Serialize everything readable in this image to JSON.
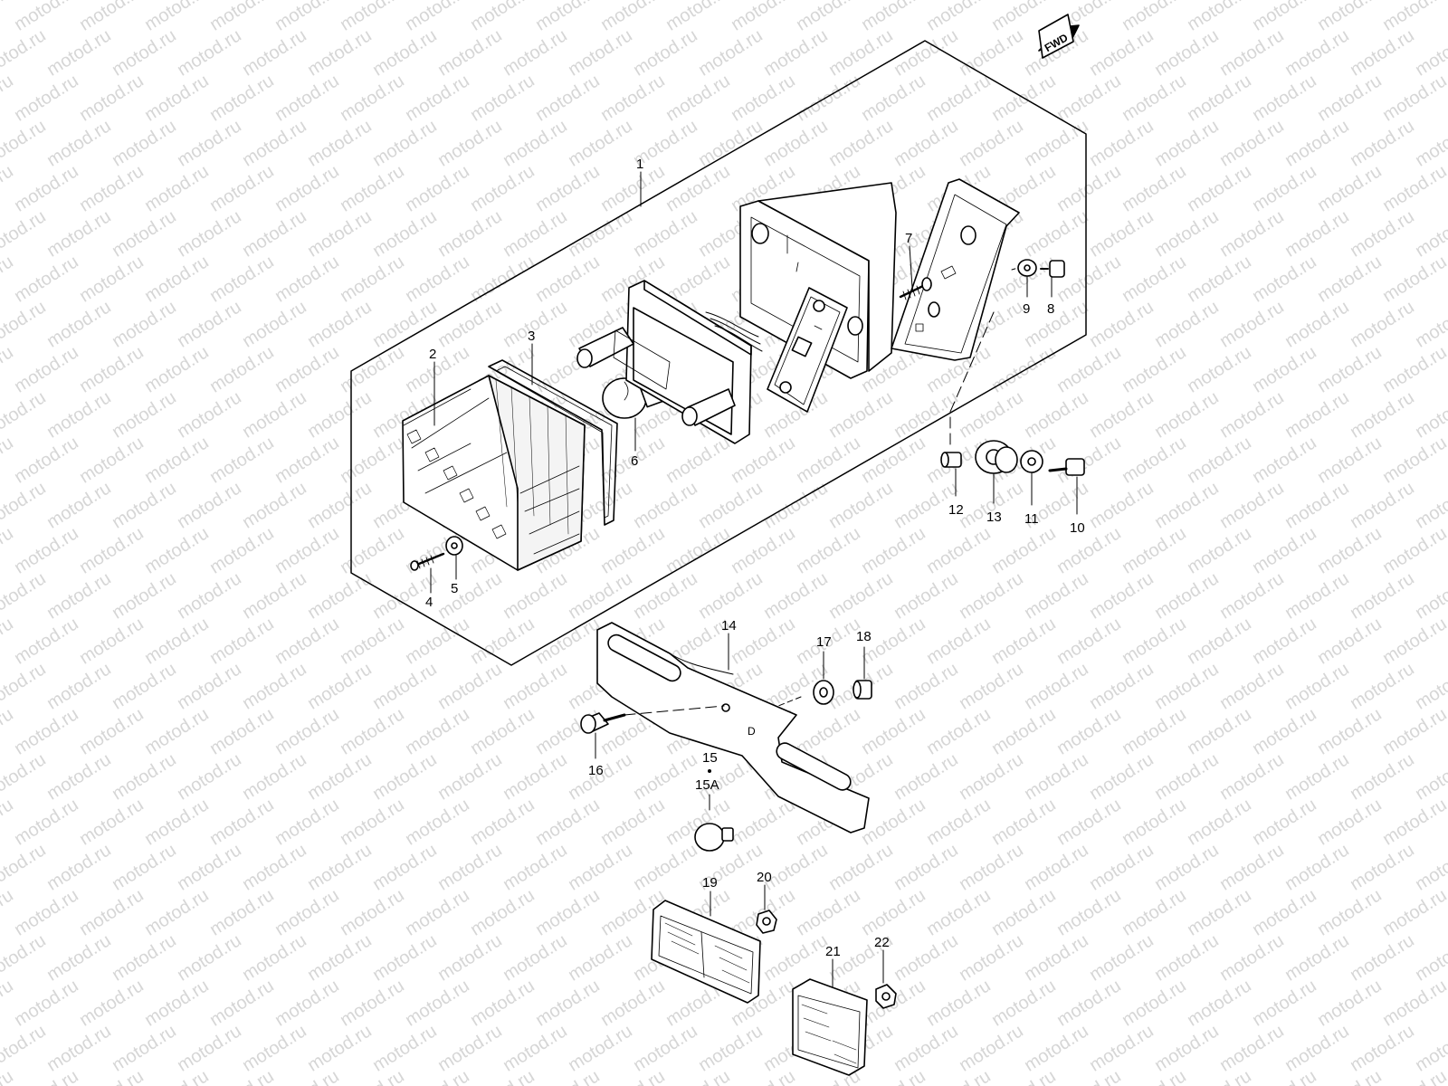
{
  "diagram": {
    "forward_label": "FWD",
    "watermark_text": "motod.ru",
    "callouts": {
      "c1": "1",
      "c2": "2",
      "c3": "3",
      "c4": "4",
      "c5": "5",
      "c6": "6",
      "c7": "7",
      "c8": "8",
      "c9": "9",
      "c10": "10",
      "c11": "11",
      "c12": "12",
      "c13": "13",
      "c14": "14",
      "c15": "15",
      "c15a": "15A",
      "c16": "16",
      "c17": "17",
      "c18": "18",
      "c19": "19",
      "c20": "20",
      "c21": "21",
      "c22": "22"
    },
    "bracket_mark": "D",
    "colors": {
      "line": "#000000",
      "watermark": "#d6d6d6",
      "background": "#ffffff"
    }
  }
}
